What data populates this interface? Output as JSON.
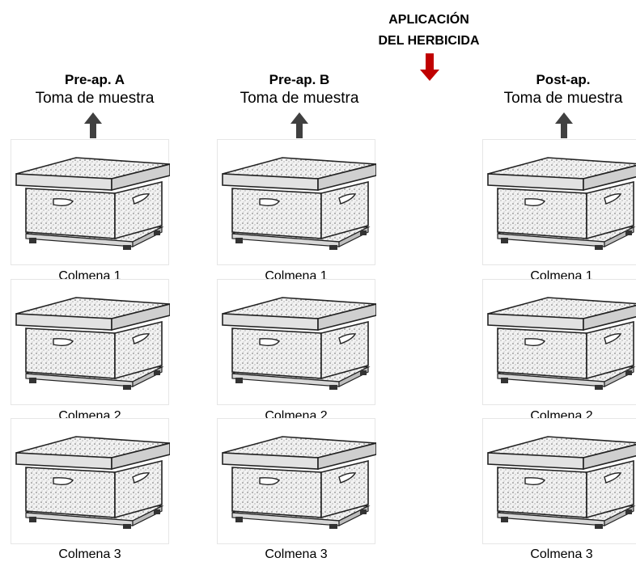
{
  "application": {
    "line1": "APLICACIÓN",
    "line2": "DEL HERBICIDA",
    "arrow_color": "#c00000"
  },
  "columns": [
    {
      "title": "Pre-ap. A",
      "subtitle": "Toma de muestra"
    },
    {
      "title": "Pre-ap. B",
      "subtitle": "Toma de muestra"
    },
    {
      "title": "Post-ap.",
      "subtitle": "Toma de muestra"
    }
  ],
  "hive_labels": [
    "Colmena 1",
    "Colmena 2",
    "Colmena 3"
  ],
  "sample_arrow_color": "#404040",
  "icons": {
    "sample_arrow": "arrow-up-icon",
    "application_arrow": "arrow-down-icon",
    "hive": "beehive-icon"
  }
}
